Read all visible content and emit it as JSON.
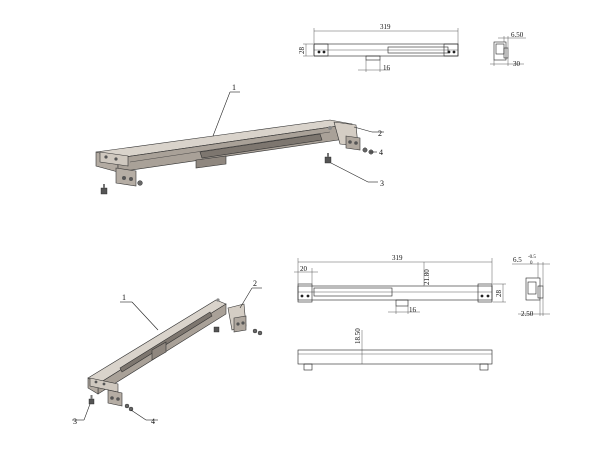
{
  "top": {
    "front_view": {
      "overall_length": "319",
      "height": "28",
      "slot": "16"
    },
    "side_view": {
      "thickness": "6.50",
      "depth": "30"
    },
    "callouts": [
      "1",
      "2",
      "3",
      "4"
    ]
  },
  "bottom": {
    "front_view": {
      "overall_length": "319",
      "end_width": "20",
      "rail_height": "21.80",
      "height": "28",
      "slot": "16"
    },
    "plan_view": {
      "depth": "18.50"
    },
    "side_view": {
      "thickness": "6.5",
      "tolerance_top": "-0.5",
      "tolerance_bottom": "0",
      "depth": "2.50"
    },
    "callouts": [
      "1",
      "2",
      "3",
      "4"
    ]
  },
  "colors": {
    "metal_top": "#d9d3cb",
    "metal_side": "#a9a198",
    "metal_dark": "#6e6760",
    "line": "#222222"
  }
}
